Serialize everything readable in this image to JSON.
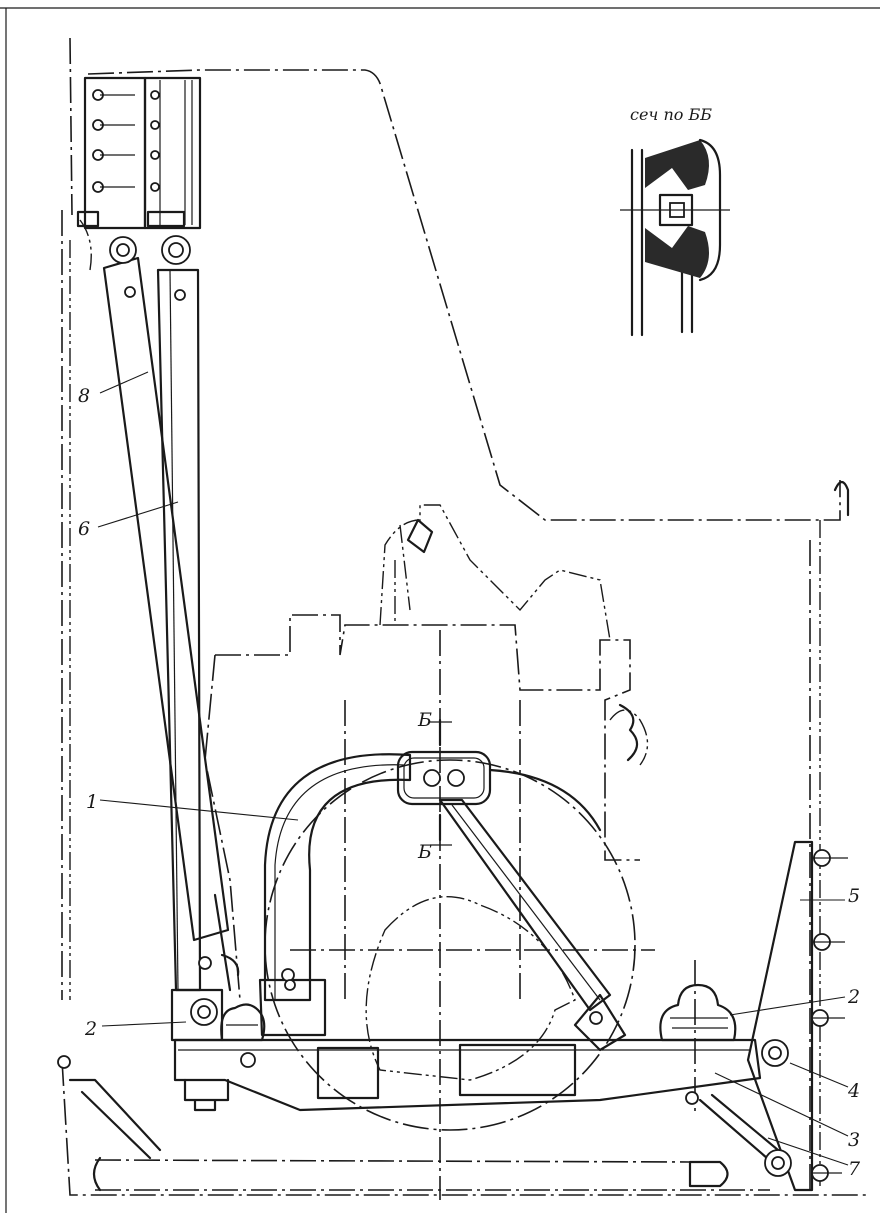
{
  "section": {
    "title": "сеч по ББ",
    "cut_mark_top": "Б",
    "cut_mark_bottom": "Б"
  },
  "callouts": [
    {
      "id": "8",
      "text": "8"
    },
    {
      "id": "6",
      "text": "6"
    },
    {
      "id": "1",
      "text": "1"
    },
    {
      "id": "2-left",
      "text": "2"
    },
    {
      "id": "5",
      "text": "5"
    },
    {
      "id": "2-right",
      "text": "2"
    },
    {
      "id": "4",
      "text": "4"
    },
    {
      "id": "3",
      "text": "3"
    },
    {
      "id": "7",
      "text": "7"
    }
  ]
}
